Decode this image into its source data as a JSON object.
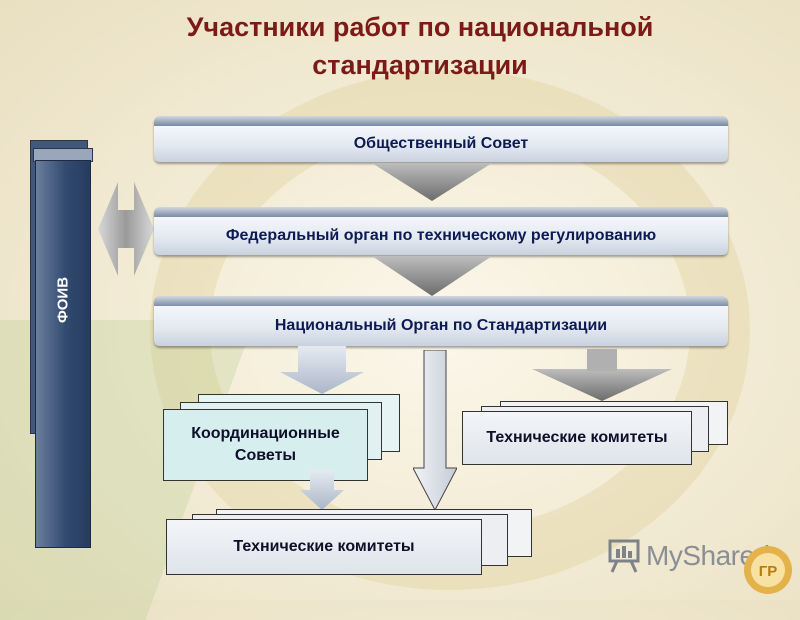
{
  "title": {
    "line1": "Участники работ по национальной",
    "line2": "стандартизации"
  },
  "bands": [
    {
      "label": "Общественный Совет"
    },
    {
      "label": "Федеральный орган по техническому регулированию"
    },
    {
      "label": "Национальный Орган по Стандартизации"
    }
  ],
  "side_block": {
    "label": "ФОИВ"
  },
  "boxes": {
    "coord_line1": "Координационные",
    "coord_line2": "Советы",
    "tc_right": "Технические комитеты",
    "tc_bottom": "Технические комитеты"
  },
  "logo": {
    "text": "MyShared",
    "badge_text": "ГР"
  },
  "icons": {
    "watermark": "circle-emblem-watermark",
    "logo": "presentation-board-icon"
  }
}
